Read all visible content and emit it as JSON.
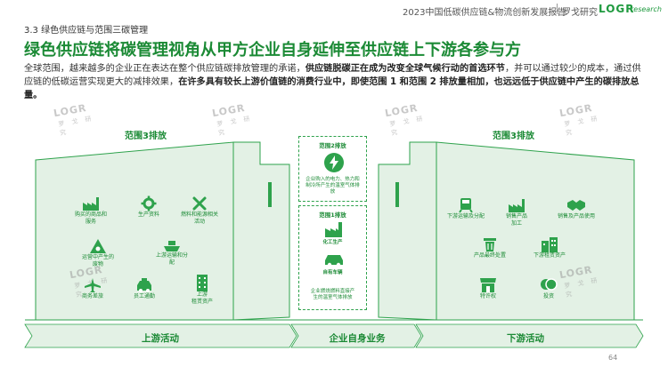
{
  "header": {
    "report_title": "2023中国低碳供应链&物流创新发展报告",
    "org_name": "罗戈研究",
    "logo_main": "LOGR",
    "logo_sub": "research"
  },
  "section_label": "3.3 绿色供应链与范围三碳管理",
  "headline": "绿色供应链将碳管理视角从甲方企业自身延伸至供应链上下游各参与方",
  "body": {
    "seg1": "全球范围，越来越多的企业正在表达在整个供应链碳排放管理的承诺，",
    "seg2_bold": "供应链脱碳正在成为改变全球气候行动的首选环节",
    "seg3": "，并可以通过较少的成本，通过供应链的低碳运营实现更大的减排效果，",
    "seg4_bold": "在许多具有较长上游价值链的消费行业中，即使范围 1 和范围 2 排放量相加，也远远低于供应链中产生的碳排放总量。"
  },
  "watermark": {
    "logo": "LOGR",
    "sub": "research",
    "cn": "罗 戈 研 究"
  },
  "left_scope": {
    "title": "范围3排放",
    "items": [
      {
        "label": "购买的商品和\n服务",
        "icon": "factory-icon"
      },
      {
        "label": "生产资料",
        "icon": "gear-icon"
      },
      {
        "label": "燃料和能源相关\n活动",
        "icon": "tools-icon"
      },
      {
        "label": "运营中产生的\n废物",
        "icon": "hazard-icon"
      },
      {
        "label": "上游运输和分\n配",
        "icon": "ship-icon"
      },
      {
        "label": "商务差旅",
        "icon": "plane-icon"
      },
      {
        "label": "员工通勤",
        "icon": "taxi-icon"
      },
      {
        "label": "上游\n租赁资产",
        "icon": "building-icon"
      }
    ]
  },
  "center": {
    "scope2_title": "范围2排放",
    "scope2_caption": "企业购入的电力、热力和\n制冷所产生的温室气体排\n放",
    "scope1_title": "范围1排放",
    "scope1_item1": "化工生产",
    "scope1_item2": "自有车辆",
    "scope1_caption": "企业燃烧燃料直接产\n生的温室气体排放",
    "scope2_icon": "lightning-icon",
    "scope1_icons": [
      "factory-icon",
      "car-icon"
    ]
  },
  "right_scope": {
    "title": "范围3排放",
    "items": [
      {
        "label": "下游运输及分配",
        "icon": "train-icon"
      },
      {
        "label": "销售产品\n加工",
        "icon": "factory-icon"
      },
      {
        "label": "销售及产品使用",
        "icon": "handshake-icon"
      },
      {
        "label": "产品最终处置",
        "icon": "trash-icon"
      },
      {
        "label": "下游租赁资产",
        "icon": "buildings-icon"
      },
      {
        "label": "特许权",
        "icon": "shop-icon"
      },
      {
        "label": "投资",
        "icon": "coins-icon"
      }
    ]
  },
  "bottom": {
    "left": "上游活动",
    "center": "企业自身业务",
    "right": "下游活动"
  },
  "page_number": "64",
  "colors": {
    "brand_green": "#1b8a35",
    "light_green": "#e3f1e5",
    "icon_green": "#2ea24c"
  }
}
